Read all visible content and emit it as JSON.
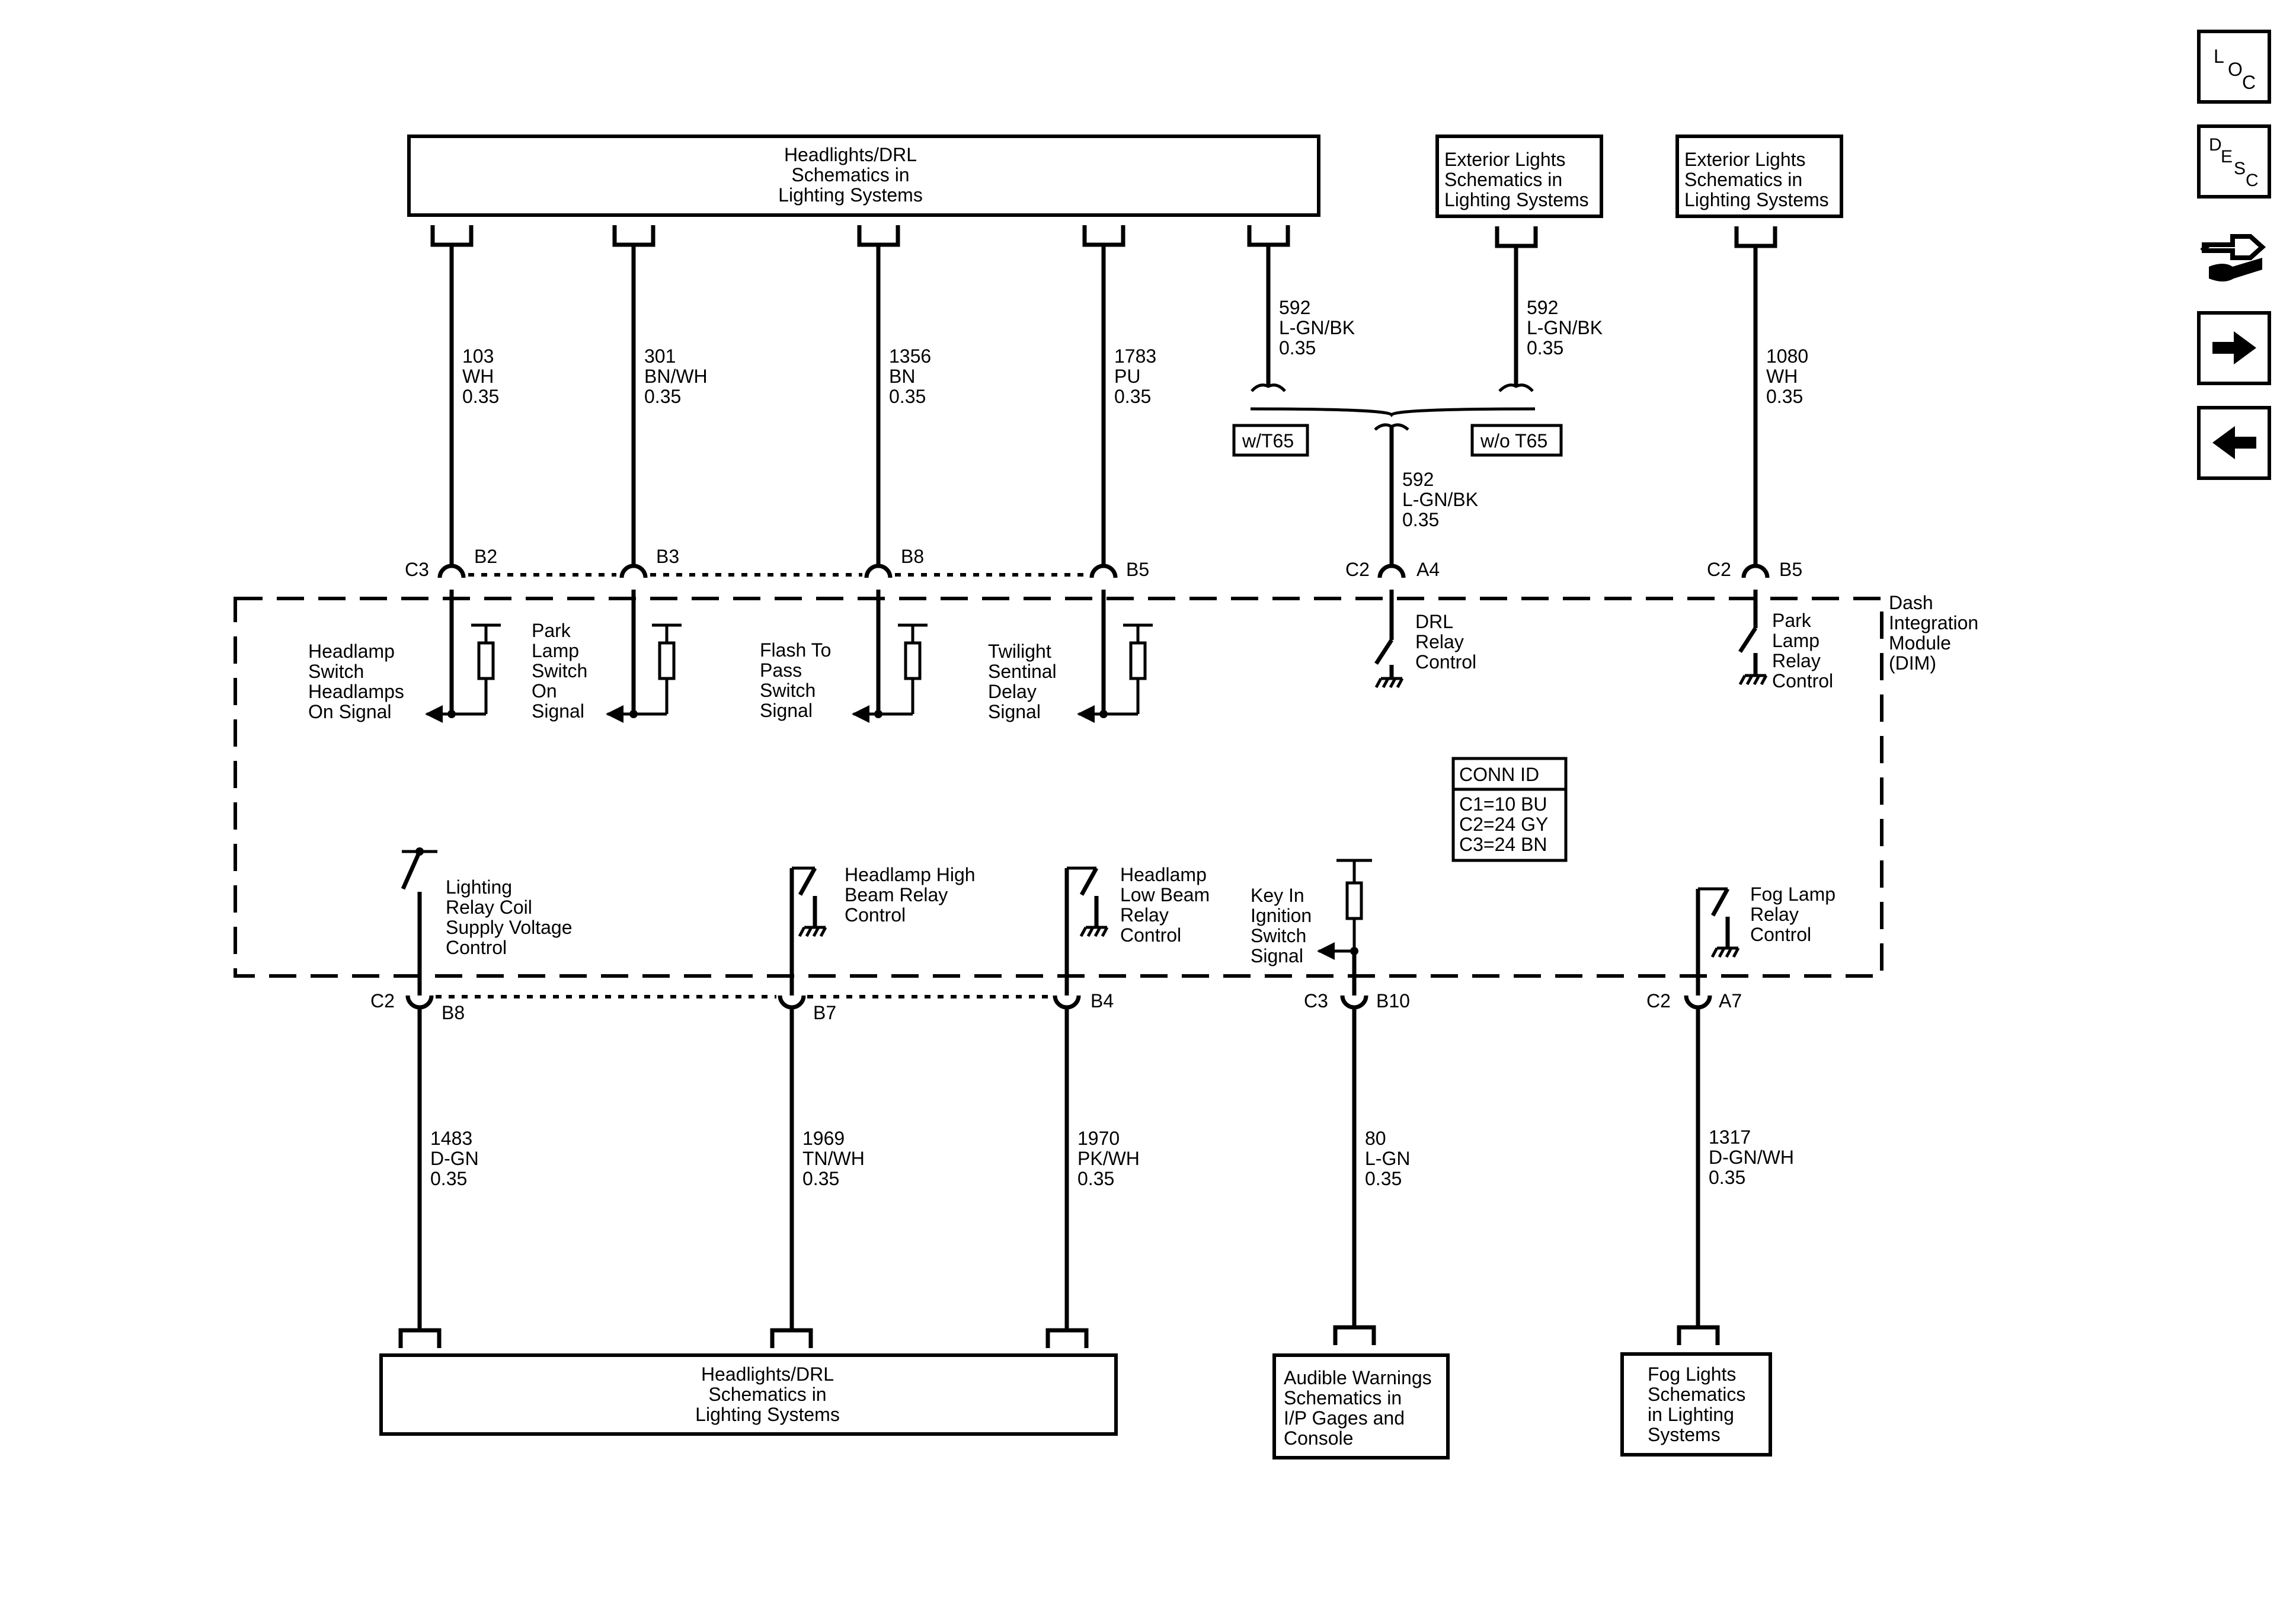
{
  "nav": {
    "loc": [
      "L",
      "O",
      "C"
    ],
    "desc": [
      "D",
      "E",
      "S",
      "C"
    ]
  },
  "top_box": [
    "Headlights/DRL",
    "Schematics in",
    "Lighting Systems"
  ],
  "ext_box_left": [
    "Exterior Lights",
    "Schematics in",
    "Lighting Systems"
  ],
  "ext_box_right": [
    "Exterior Lights",
    "Schematics in",
    "Lighting Systems"
  ],
  "bottom_box": [
    "Headlights/DRL",
    "Schematics in",
    "Lighting Systems"
  ],
  "audible_box": [
    "Audible Warnings",
    "Schematics in",
    "I/P Gages and",
    "Console"
  ],
  "fog_box": [
    "Fog Lights",
    "Schematics",
    "in Lighting",
    "Systems"
  ],
  "options": {
    "with": "w/T65",
    "without": "w/o T65"
  },
  "wires_top": [
    {
      "circuit": "103",
      "color": "WH",
      "size": "0.35"
    },
    {
      "circuit": "301",
      "color": "BN/WH",
      "size": "0.35"
    },
    {
      "circuit": "1356",
      "color": "BN",
      "size": "0.35"
    },
    {
      "circuit": "1783",
      "color": "PU",
      "size": "0.35"
    },
    {
      "circuit": "592",
      "color": "L-GN/BK",
      "size": "0.35"
    },
    {
      "circuit": "592",
      "color": "L-GN/BK",
      "size": "0.35"
    },
    {
      "circuit": "592",
      "color": "L-GN/BK",
      "size": "0.35"
    },
    {
      "circuit": "1080",
      "color": "WH",
      "size": "0.35"
    }
  ],
  "wires_bottom": [
    {
      "circuit": "1483",
      "color": "D-GN",
      "size": "0.35"
    },
    {
      "circuit": "1969",
      "color": "TN/WH",
      "size": "0.35"
    },
    {
      "circuit": "1970",
      "color": "PK/WH",
      "size": "0.35"
    },
    {
      "circuit": "80",
      "color": "L-GN",
      "size": "0.35"
    },
    {
      "circuit": "1317",
      "color": "D-GN/WH",
      "size": "0.35"
    }
  ],
  "connectors_top": [
    {
      "conn": "C3",
      "pin": "B2"
    },
    {
      "conn": "",
      "pin": "B3"
    },
    {
      "conn": "",
      "pin": "B8"
    },
    {
      "conn": "",
      "pin": "B5"
    },
    {
      "conn": "C2",
      "pin": "A4"
    },
    {
      "conn": "C2",
      "pin": "B5"
    }
  ],
  "connectors_bottom": [
    {
      "conn": "C2",
      "pin": "B8"
    },
    {
      "conn": "",
      "pin": "B7"
    },
    {
      "conn": "",
      "pin": "B4"
    },
    {
      "conn": "C3",
      "pin": "B10"
    },
    {
      "conn": "C2",
      "pin": "A7"
    }
  ],
  "module_name": [
    "Dash",
    "Integration",
    "Module",
    "(DIM)"
  ],
  "signals_top": [
    [
      "Headlamp",
      "Switch",
      "Headlamps",
      "On Signal"
    ],
    [
      "Park",
      "Lamp",
      "Switch",
      "On",
      "Signal"
    ],
    [
      "Flash To",
      "Pass",
      "Switch",
      "Signal"
    ],
    [
      "Twilight",
      "Sentinal",
      "Delay",
      "Signal"
    ],
    [
      "DRL",
      "Relay",
      "Control"
    ],
    [
      "Park",
      "Lamp",
      "Relay",
      "Control"
    ]
  ],
  "signals_bottom": [
    [
      "Lighting",
      "Relay Coil",
      "Supply Voltage",
      "Control"
    ],
    [
      "Headlamp High",
      "Beam Relay",
      "Control"
    ],
    [
      "Headlamp",
      "Low Beam",
      "Relay",
      "Control"
    ],
    [
      "Key In",
      "Ignition",
      "Switch",
      "Signal"
    ],
    [
      "Fog Lamp",
      "Relay",
      "Control"
    ]
  ],
  "conn_id": {
    "title": "CONN ID",
    "lines": [
      "C1=10 BU",
      "C2=24 GY",
      "C3=24 BN"
    ]
  }
}
